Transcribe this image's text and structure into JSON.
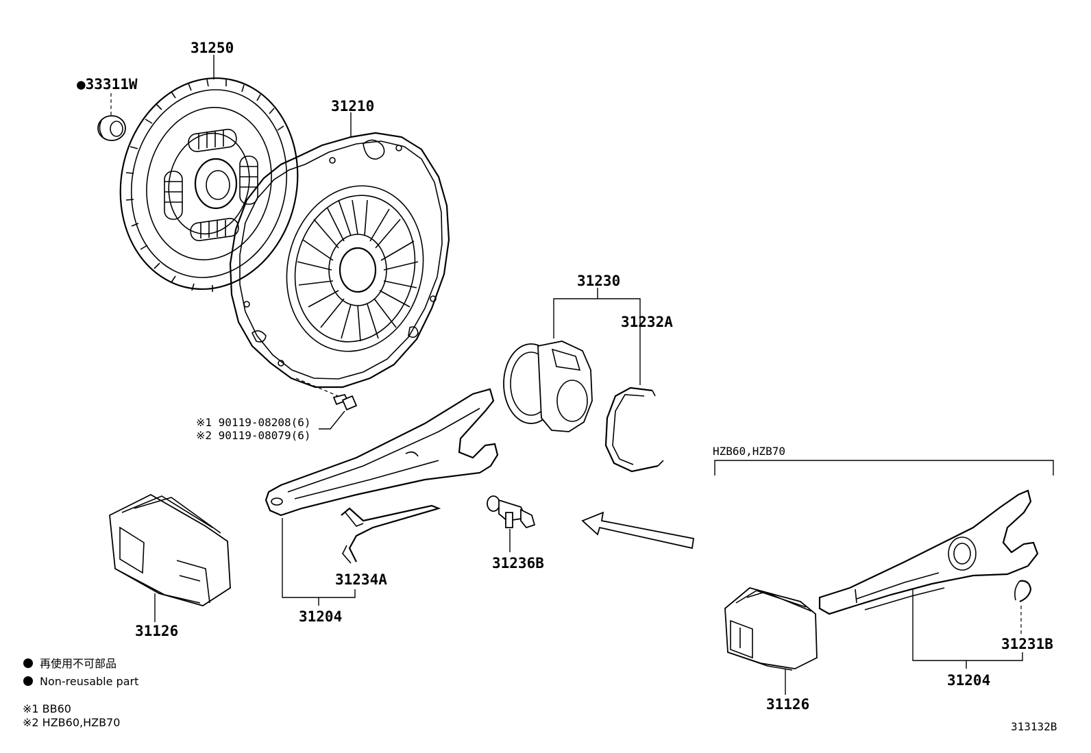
{
  "parts": {
    "clutch_disc": "31250",
    "pilot_bearing": "●33311W",
    "clutch_cover": "31210",
    "release_bearing_assy": "31230",
    "hub_clip": "31232A",
    "bolt_1": "※1  90119-08208(6)",
    "bolt_2": "※2  90119-08079(6)",
    "release_fork_sub": "31204",
    "fork_spring": "31234A",
    "fork_support": "31236B",
    "boot_left": "31126",
    "variant_label": "HZB60,HZB70",
    "boot_right": "31126",
    "fork_right": "31204",
    "clip_right": "31231B"
  },
  "legend": {
    "jp_non_reusable": "再使用不可部品",
    "en_non_reusable": "Non-reusable part",
    "note1": "※1  BB60",
    "note2": "※2  HZB60,HZB70"
  },
  "diagram_id": "313132B"
}
